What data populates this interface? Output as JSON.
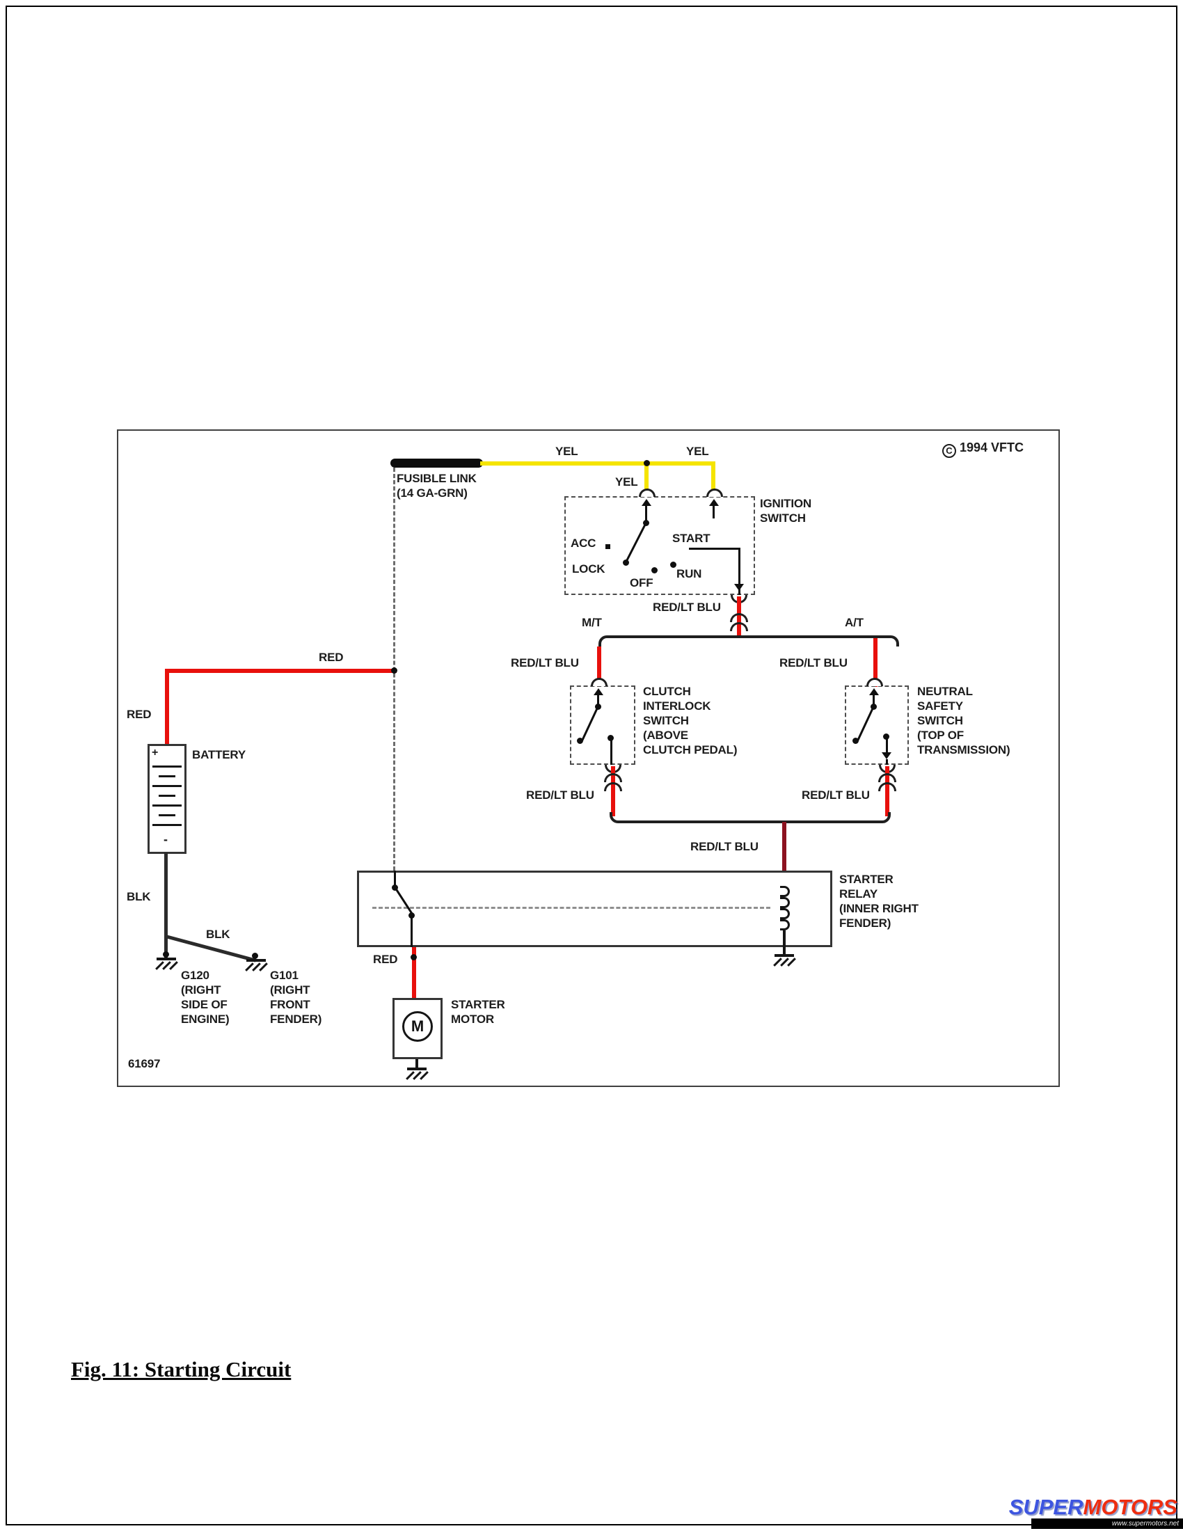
{
  "diagram": {
    "copyright_symbol": "C",
    "copyright_text": "1994 VFTC",
    "number": "61697",
    "fusible_link": {
      "line1": "FUSIBLE LINK",
      "line2": "(14 GA-GRN)"
    },
    "wire_labels": {
      "yel": "YEL",
      "red": "RED",
      "blk": "BLK",
      "red_lt_blu": "RED/LT BLU"
    },
    "ignition_switch": {
      "title": [
        "IGNITION",
        "SWITCH"
      ],
      "positions": {
        "acc": "ACC",
        "lock": "LOCK",
        "off": "OFF",
        "run": "RUN",
        "start": "START"
      }
    },
    "transmission": {
      "manual": "M/T",
      "automatic": "A/T"
    },
    "clutch_interlock_switch": {
      "label": [
        "CLUTCH",
        "INTERLOCK",
        "SWITCH",
        "(ABOVE",
        "CLUTCH PEDAL)"
      ]
    },
    "neutral_safety_switch": {
      "label": [
        "NEUTRAL",
        "SAFETY",
        "SWITCH",
        "(TOP OF",
        "TRANSMISSION)"
      ]
    },
    "starter_relay": {
      "label": [
        "STARTER",
        "RELAY",
        "(INNER RIGHT",
        "FENDER)"
      ]
    },
    "battery": {
      "label": "BATTERY",
      "positive": "+",
      "negative": "-"
    },
    "starter_motor": {
      "label": [
        "STARTER",
        "MOTOR"
      ],
      "symbol": "M"
    },
    "ground_g120": {
      "label": [
        "G120",
        "(RIGHT",
        "SIDE OF",
        "ENGINE)"
      ]
    },
    "ground_g101": {
      "label": [
        "G101",
        "(RIGHT",
        "FRONT",
        "FENDER)"
      ]
    },
    "colors": {
      "yellow_wire": "#f5e400",
      "red_wire": "#e8100c",
      "dark_red_wire": "#8c1220",
      "black_wire": "#151515"
    }
  },
  "caption": "Fig. 11: Starting Circuit",
  "watermark": {
    "brand_super": "SUPER",
    "brand_motors": "MOTORS",
    "url": "www.supermotors.net"
  }
}
